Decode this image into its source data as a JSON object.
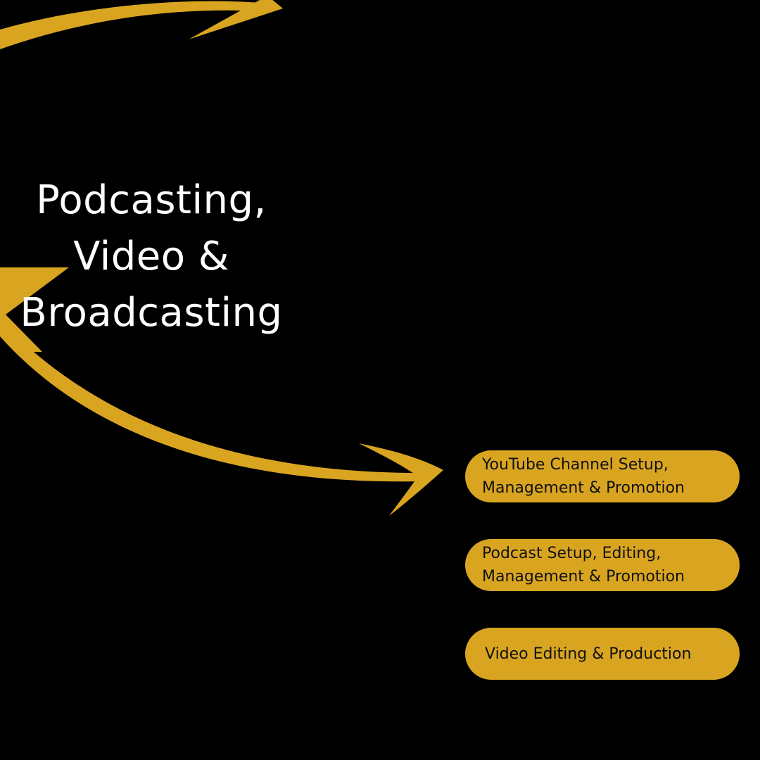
{
  "colors": {
    "background": "#000000",
    "accent": "#D9A521",
    "title_text": "#FFFFFF",
    "pill_text": "#111111"
  },
  "title": {
    "lines": [
      "Podcasting,",
      "Video &",
      "Broadcasting"
    ]
  },
  "services": [
    {
      "lines": [
        "YouTube Channel Setup,",
        "Management & Promotion"
      ]
    },
    {
      "lines": [
        "Podcast Setup, Editing,",
        "Management & Promotion"
      ]
    },
    {
      "lines": [
        "Video Editing & Production"
      ]
    }
  ],
  "icons": {
    "top_arrow": "curved-arrow-right",
    "left_arrowhead": "arrowhead-left",
    "bottom_arrow": "curved-arrow-right-to-services"
  }
}
